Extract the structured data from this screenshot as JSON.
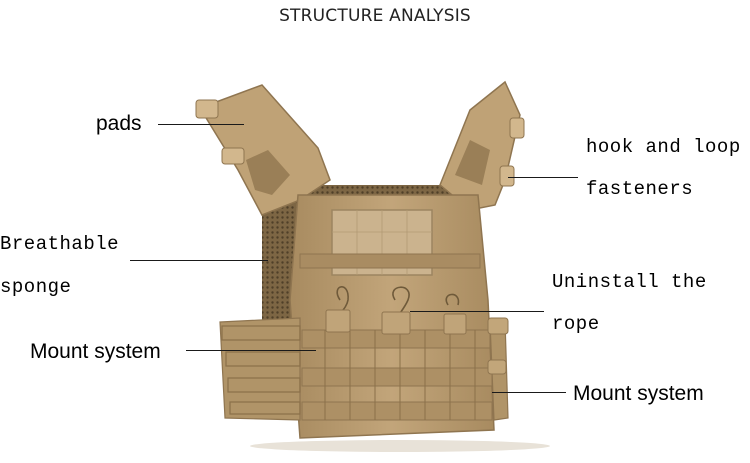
{
  "title": "STRUCTURE ANALYSIS",
  "labels": {
    "pads": "pads",
    "hook_line1": "hook and loop",
    "hook_line2": "fasteners",
    "breathable_line1": "Breathable",
    "breathable_line2": "sponge",
    "uninstall_line1": "Uninstall the",
    "uninstall_line2": "rope",
    "mount_left": "Mount system",
    "mount_right": "Mount system"
  },
  "colors": {
    "vest": "#b99b70",
    "vest_dark": "#8f7550",
    "vest_light": "#cdb38a",
    "mesh": "#6b5638"
  }
}
